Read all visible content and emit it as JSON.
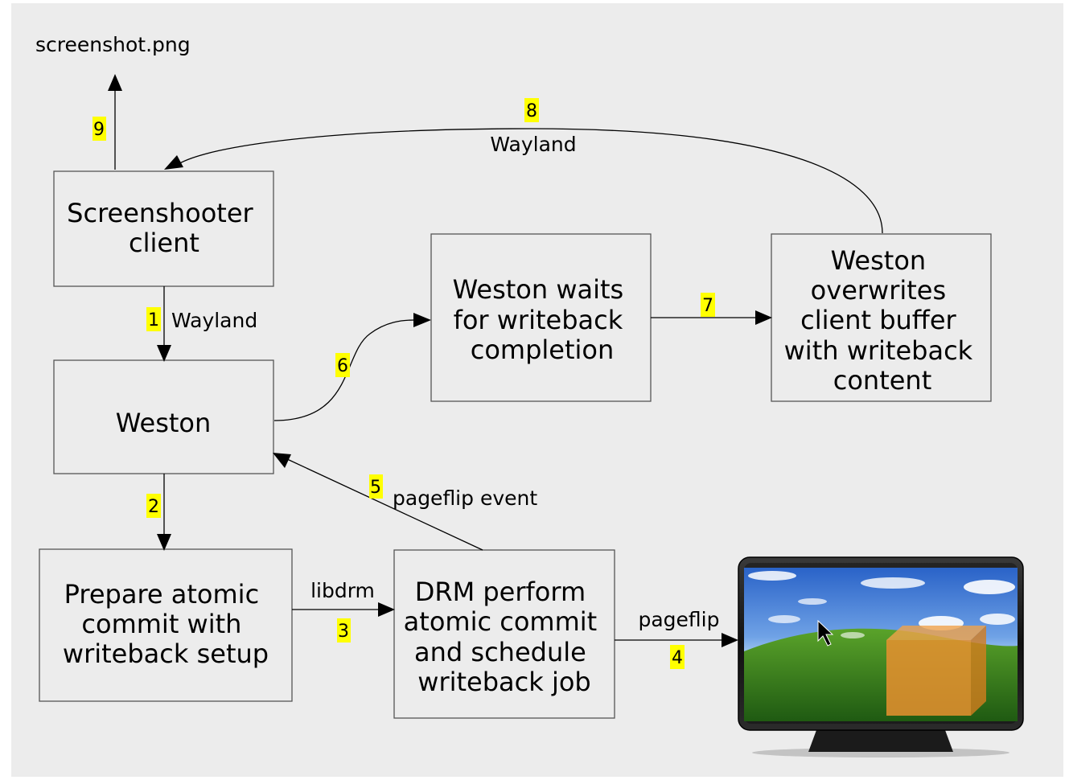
{
  "colors": {
    "background": "#ececec",
    "box_fill": "#ececec",
    "box_stroke": "#555555",
    "step_highlight": "#ffff00"
  },
  "output_file": "screenshot.png",
  "nodes": {
    "screenshooter": {
      "lines": [
        "Screenshooter",
        "client"
      ]
    },
    "weston": {
      "lines": [
        "Weston"
      ]
    },
    "weston_waits": {
      "lines": [
        "Weston waits",
        "for writeback",
        "completion"
      ]
    },
    "weston_overwrites": {
      "lines": [
        "Weston",
        "overwrites",
        "client buffer",
        "with writeback",
        "content"
      ]
    },
    "prepare_commit": {
      "lines": [
        "Prepare atomic",
        "commit with",
        "writeback setup"
      ]
    },
    "drm_perform": {
      "lines": [
        "DRM perform",
        "atomic commit",
        "and schedule",
        "writeback job"
      ]
    }
  },
  "edges": {
    "e1": {
      "step": "1",
      "label": "Wayland"
    },
    "e2": {
      "step": "2",
      "label": ""
    },
    "e3": {
      "step": "3",
      "label": "libdrm"
    },
    "e4": {
      "step": "4",
      "label": "pageflip"
    },
    "e5": {
      "step": "5",
      "label": "pageflip event"
    },
    "e6": {
      "step": "6",
      "label": ""
    },
    "e7": {
      "step": "7",
      "label": ""
    },
    "e8": {
      "step": "8",
      "label": "Wayland"
    },
    "e9": {
      "step": "9",
      "label": ""
    }
  },
  "monitor": {
    "icon": "monitor-icon"
  }
}
